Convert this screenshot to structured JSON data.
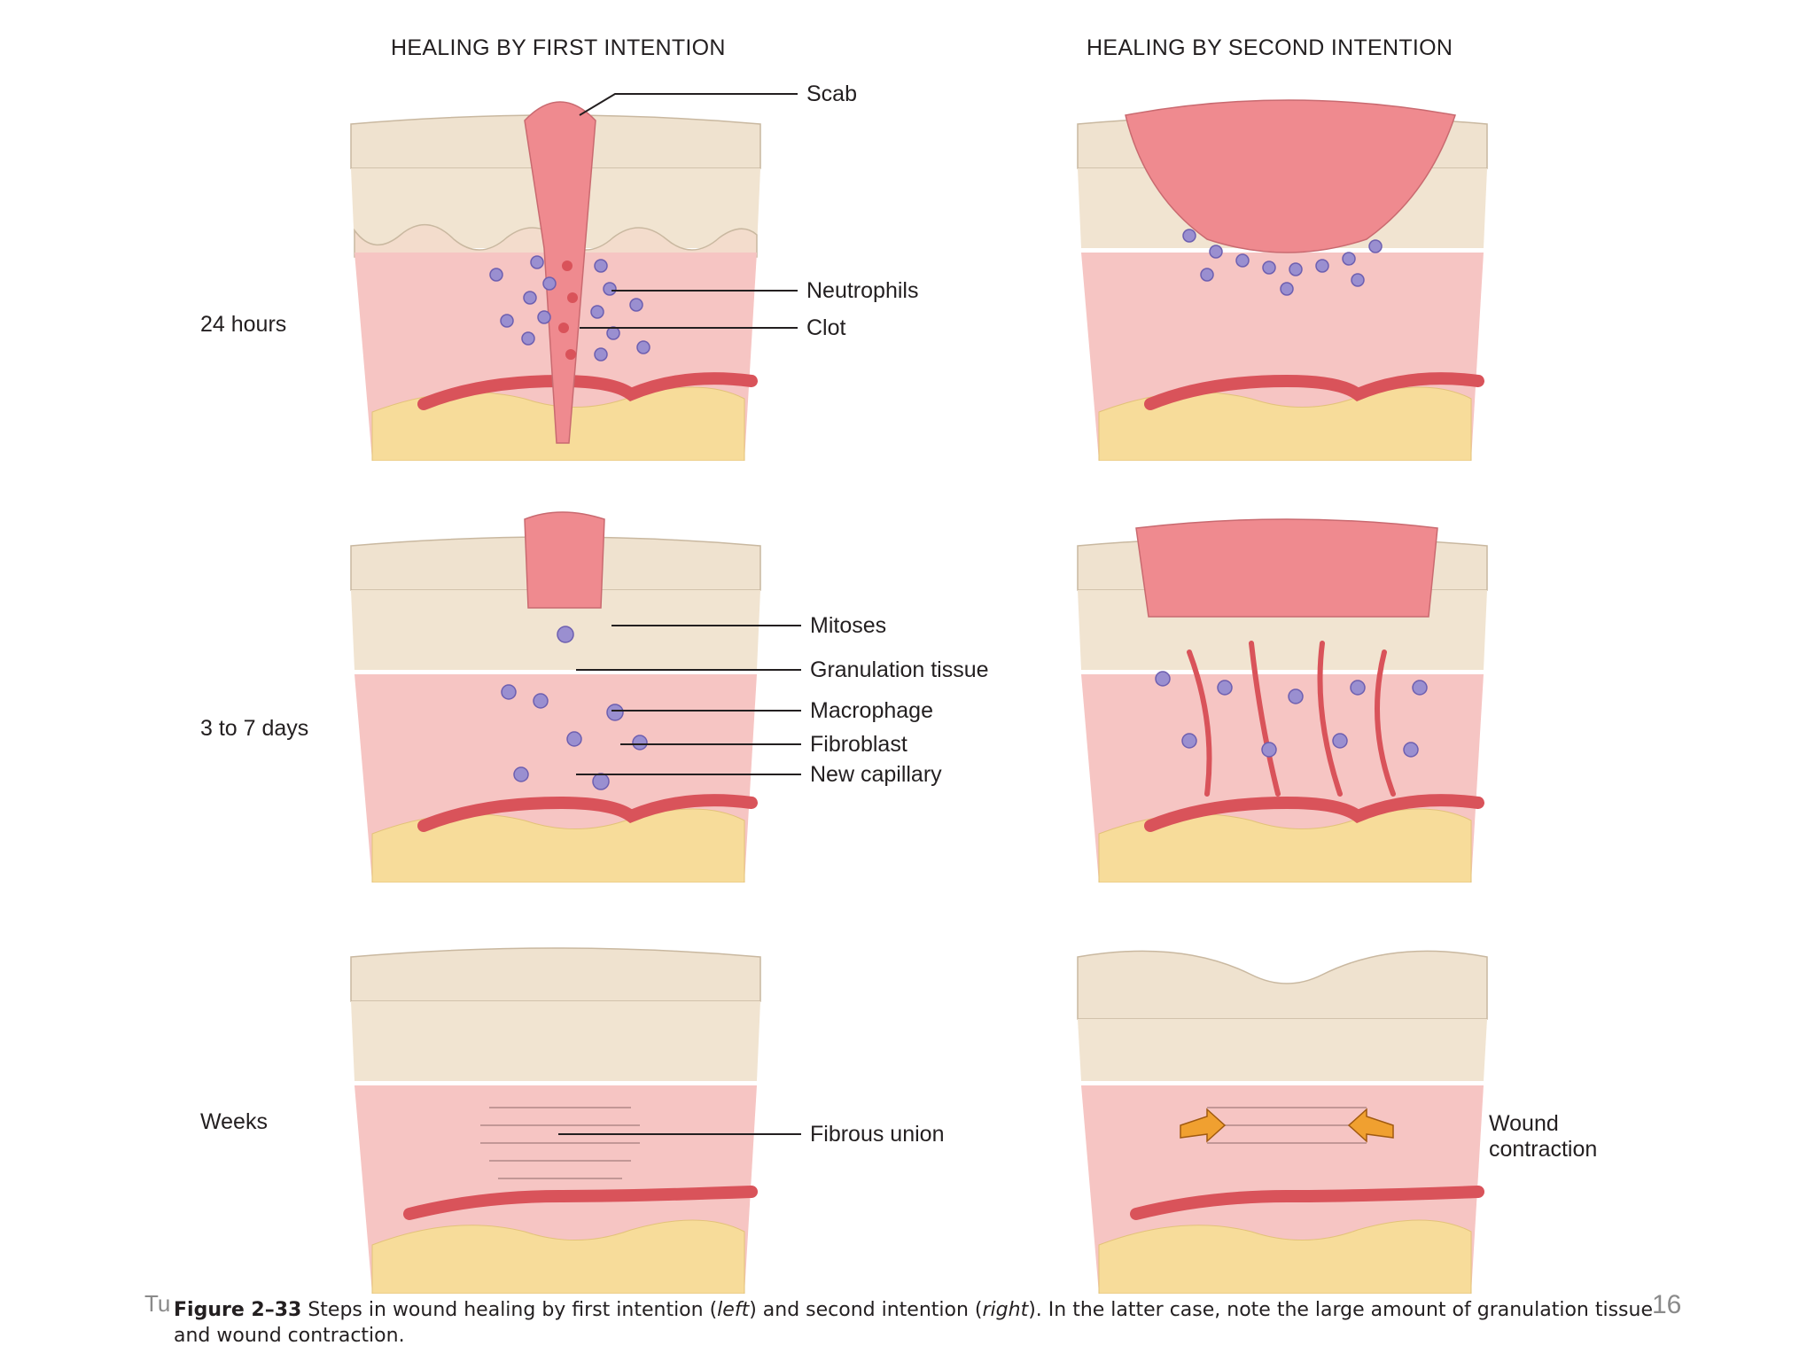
{
  "titles": {
    "first": "HEALING BY FIRST INTENTION",
    "second": "HEALING BY SECOND INTENTION"
  },
  "rows": {
    "r1": "24 hours",
    "r2": "3 to 7 days",
    "r3": "Weeks"
  },
  "labels": {
    "scab": "Scab",
    "neutrophils": "Neutrophils",
    "clot": "Clot",
    "mitoses": "Mitoses",
    "granulation": "Granulation tissue",
    "macrophage": "Macrophage",
    "fibroblast": "Fibroblast",
    "new_capillary": "New capillary",
    "fibrous_union": "Fibrous union",
    "wound_contraction_1": "Wound",
    "wound_contraction_2": "contraction"
  },
  "caption": {
    "figure": "Figure 2–33",
    "t1": "Steps in wound healing by first intention (",
    "left": "left",
    "t2": ") and second intention (",
    "right": "right",
    "t3": "). In the latter case, note the large amount of granulation tissue and wound contraction."
  },
  "footer": {
    "left": "Tu",
    "page": "16"
  },
  "colors": {
    "dermis": "#f6c5c3",
    "epidermis": "#efe2cf",
    "fat": "#f7dc9a",
    "vessel": "#d9535a",
    "clot": "#ef8a8f",
    "cell": "#9a8fd0"
  }
}
